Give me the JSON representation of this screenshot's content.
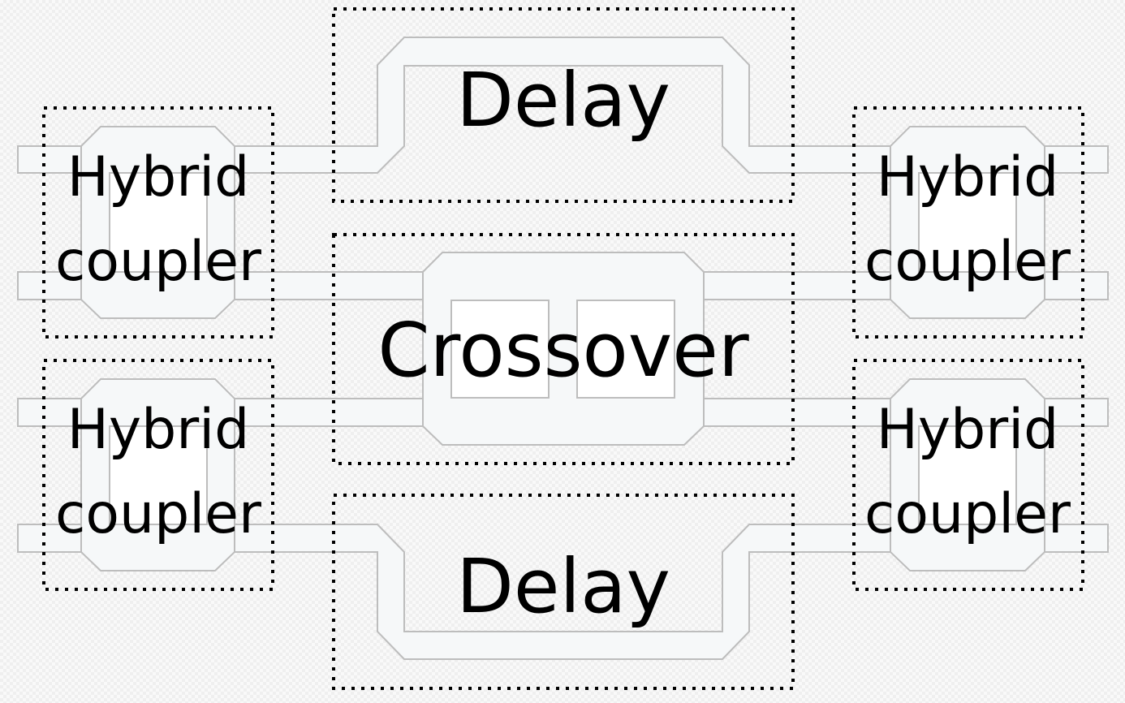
{
  "labels": {
    "delay_top": "Delay",
    "delay_bottom": "Delay",
    "crossover": "Crossover",
    "hybrid_line1": "Hybrid",
    "hybrid_line2": "coupler"
  },
  "colors": {
    "waveguide_fill": "#f6f8f9",
    "waveguide_stroke": "#bdbdbd",
    "box_border": "#000000",
    "text": "#000000"
  }
}
